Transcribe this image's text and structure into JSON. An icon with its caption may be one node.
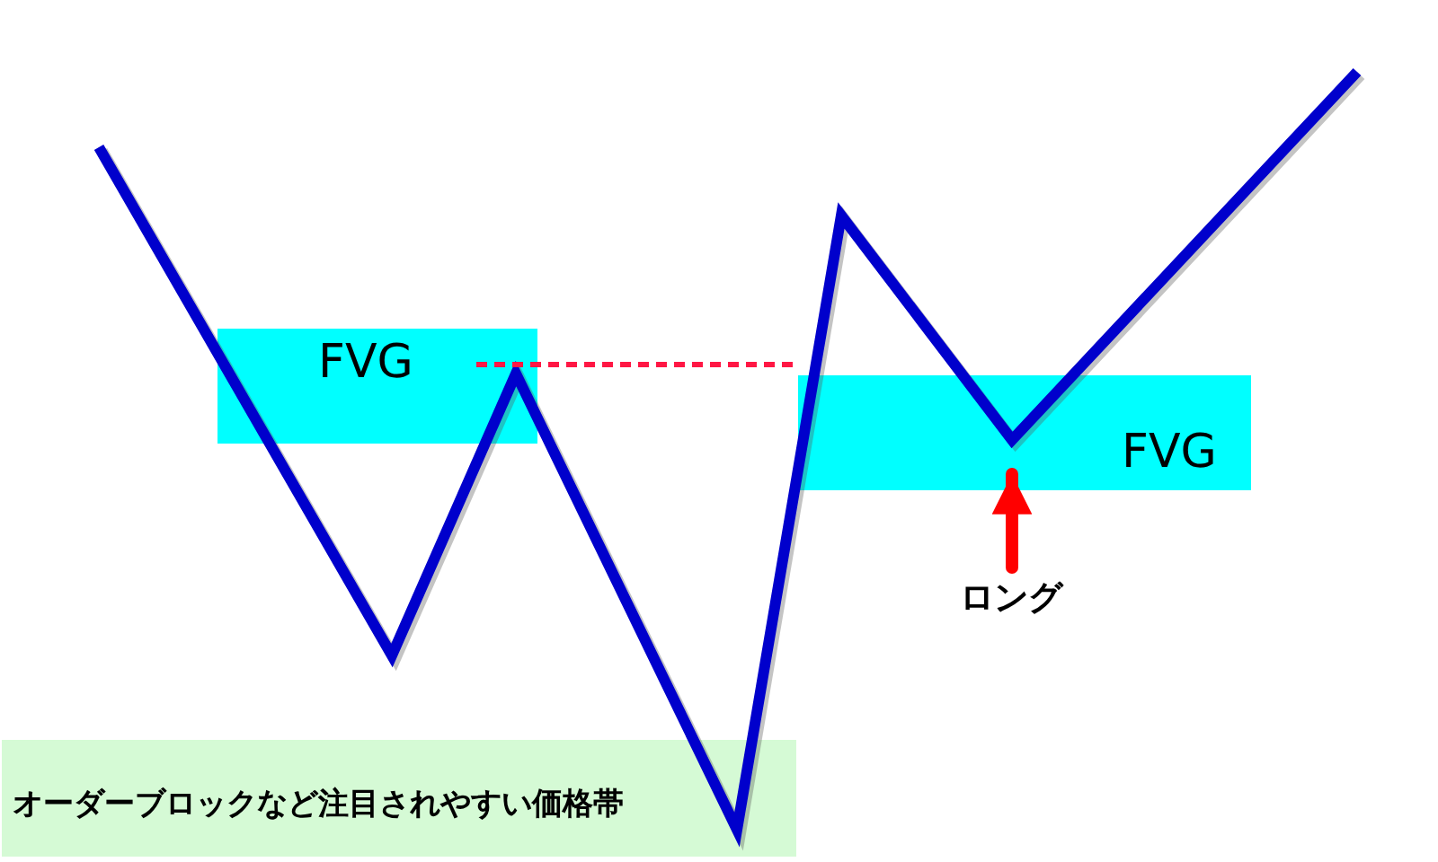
{
  "diagram": {
    "nodes": [
      {
        "text": [
          "FVG"
        ]
      },
      {
        "text": [
          "FVG"
        ]
      },
      {
        "text": [
          "オーダーブロックなど注目されやすい価格帯"
        ]
      },
      {
        "text": [
          "ロング"
        ]
      }
    ],
    "edges": [
      {
        "from": 0,
        "to": 1,
        "arrow": "none",
        "style": "dashed",
        "color": "#ff1744"
      },
      {
        "from": 3,
        "to": 1,
        "arrow": "to",
        "style": "thick",
        "color": "#ff0000"
      }
    ]
  }
}
